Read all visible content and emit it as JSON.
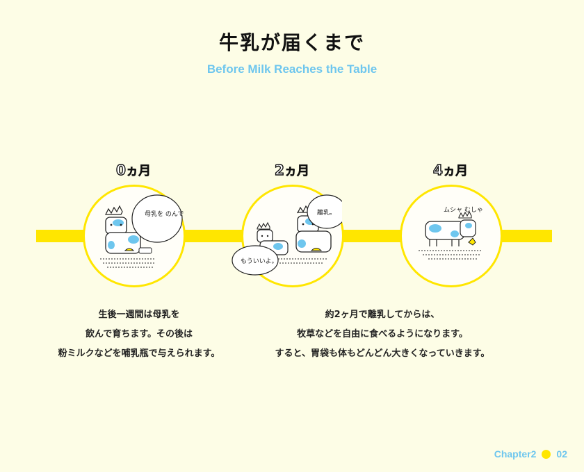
{
  "header": {
    "title": "牛乳が届くまで",
    "subtitle": "Before Milk Reaches the Table"
  },
  "stages": [
    {
      "num": "0",
      "unit": "ヵ月",
      "bubble": "母乳を のんで。"
    },
    {
      "num": "2",
      "unit": "ヵ月",
      "bubble": "離乳。",
      "bubble2": "もういいよ。"
    },
    {
      "num": "4",
      "unit": "ヵ月",
      "sound": "ムシャ むしゃ"
    }
  ],
  "captions": {
    "left": [
      "生後一週間は母乳を",
      "飲んで育ちます。その後は",
      "粉ミルクなどを哺乳瓶で与えられます。"
    ],
    "right": [
      "約2ヶ月で離乳してからは、",
      "牧草などを自由に食べるようになります。",
      "すると、胃袋も体もどんどん大きくなっていきます。"
    ]
  },
  "footer": {
    "chapter": "Chapter2",
    "page": "02"
  },
  "colors": {
    "background": "#fdfde6",
    "accent_yellow": "#ffe600",
    "accent_blue": "#6ec6ee"
  }
}
